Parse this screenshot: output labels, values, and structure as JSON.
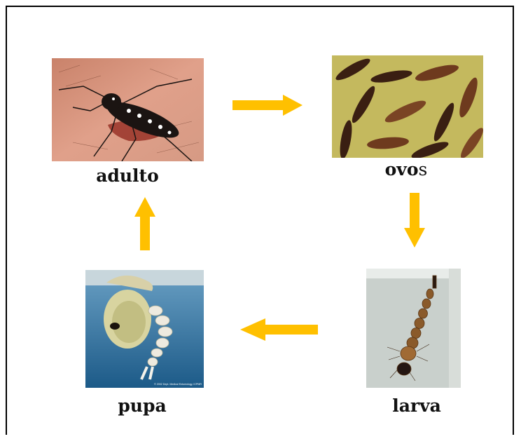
{
  "stages": {
    "adult": {
      "label": "adulto"
    },
    "eggs": {
      "label_bold": "ovo",
      "label_plain": "s"
    },
    "larva": {
      "label": "larva"
    },
    "pupa": {
      "label": "pupa",
      "credit": "© 2002 Dept. Medical Entomology, ICPMR"
    }
  },
  "colors": {
    "arrow": "#ffc000",
    "frame": "#000000"
  },
  "icons": {
    "arrow_right": "arrow-right-icon",
    "arrow_down": "arrow-down-icon",
    "arrow_left": "arrow-left-icon",
    "arrow_up": "arrow-up-icon"
  }
}
